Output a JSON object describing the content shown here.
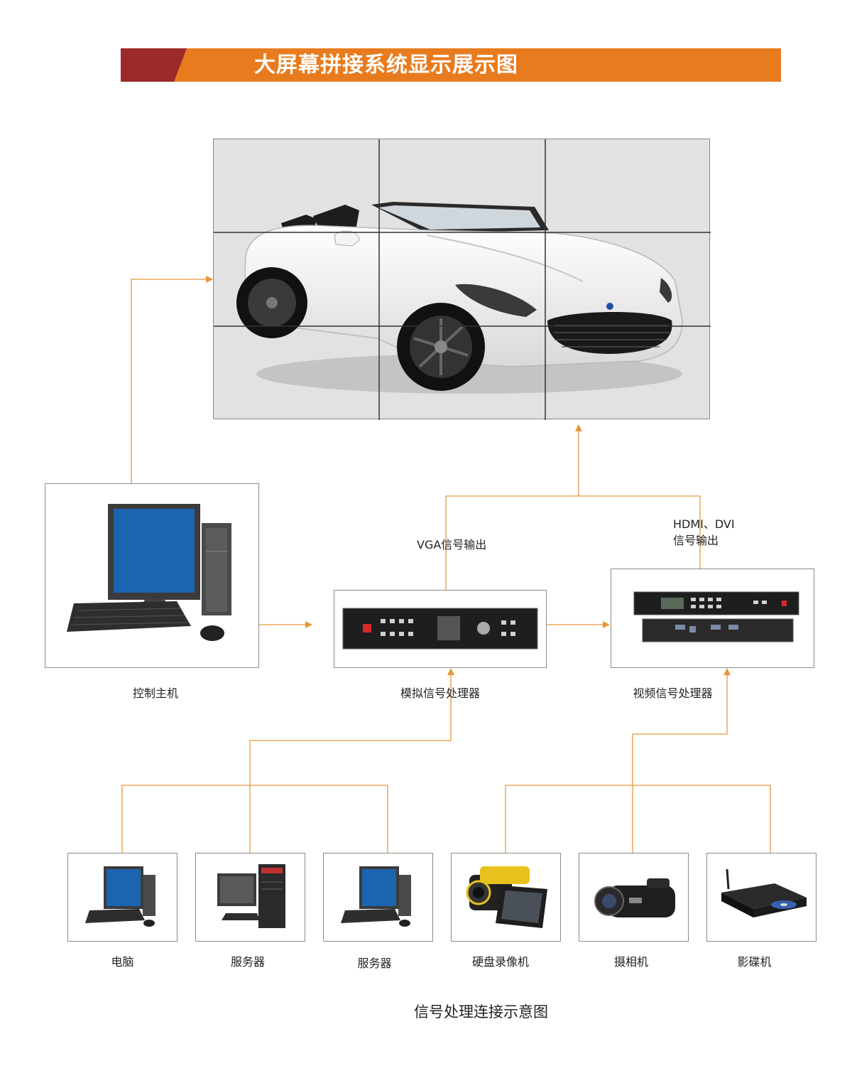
{
  "title": "大屏幕拼接系统显示展示图",
  "devices": {
    "control_host": "控制主机",
    "analog_processor": "模拟信号处理器",
    "video_processor": "视频信号处理器"
  },
  "signals": {
    "vga": "VGA信号输出",
    "hdmi_line1": "HDMI、DVI",
    "hdmi_line2": "信号输出"
  },
  "sources": [
    {
      "label": "电脑"
    },
    {
      "label": "服务器"
    },
    {
      "label": "服务器"
    },
    {
      "label": "硬盘录像机"
    },
    {
      "label": "摄相机"
    },
    {
      "label": "影碟机"
    }
  ],
  "caption": "信号处理连接示意图",
  "colors": {
    "banner_orange": "#e87b1e",
    "banner_dark": "#9c2a2a",
    "arrow": "#e8963c"
  }
}
